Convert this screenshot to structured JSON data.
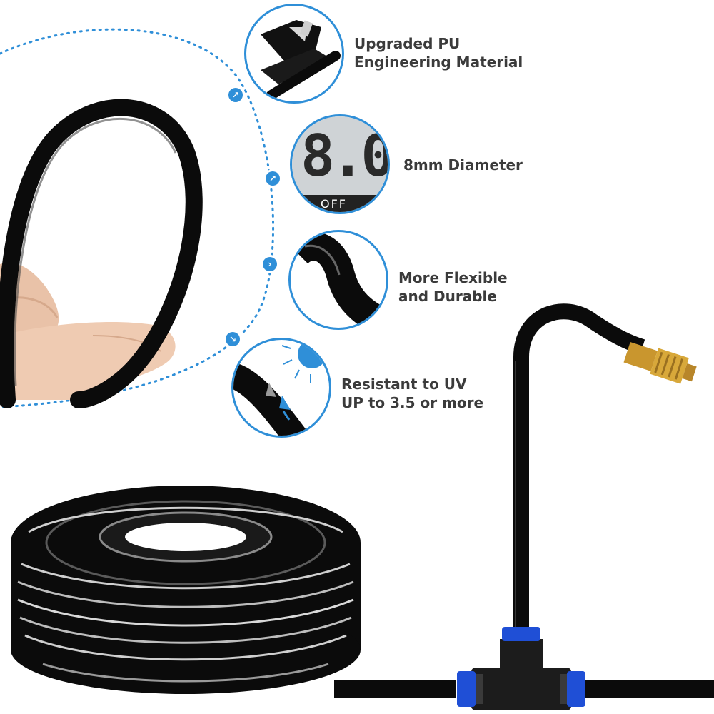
{
  "features": [
    {
      "icon": "hose-cutter-icon",
      "line1": "Upgraded PU",
      "line2": "Engineering Material"
    },
    {
      "icon": "digital-display-icon",
      "line1": "8mm Diameter",
      "display_digits": "8.0",
      "display_label": "OFF"
    },
    {
      "icon": "flexible-tube-icon",
      "line1": "More Flexible",
      "line2": "and Durable"
    },
    {
      "icon": "sun-uv-icon",
      "line1": "Resistant to UV",
      "line2": "UP to 3.5 or more"
    }
  ],
  "colors": {
    "accent": "#2f8fd8",
    "hose": "#0b0b0b",
    "text": "#3b3b3b",
    "brass": "#c9962e",
    "connector_blue": "#1f4fd6"
  }
}
